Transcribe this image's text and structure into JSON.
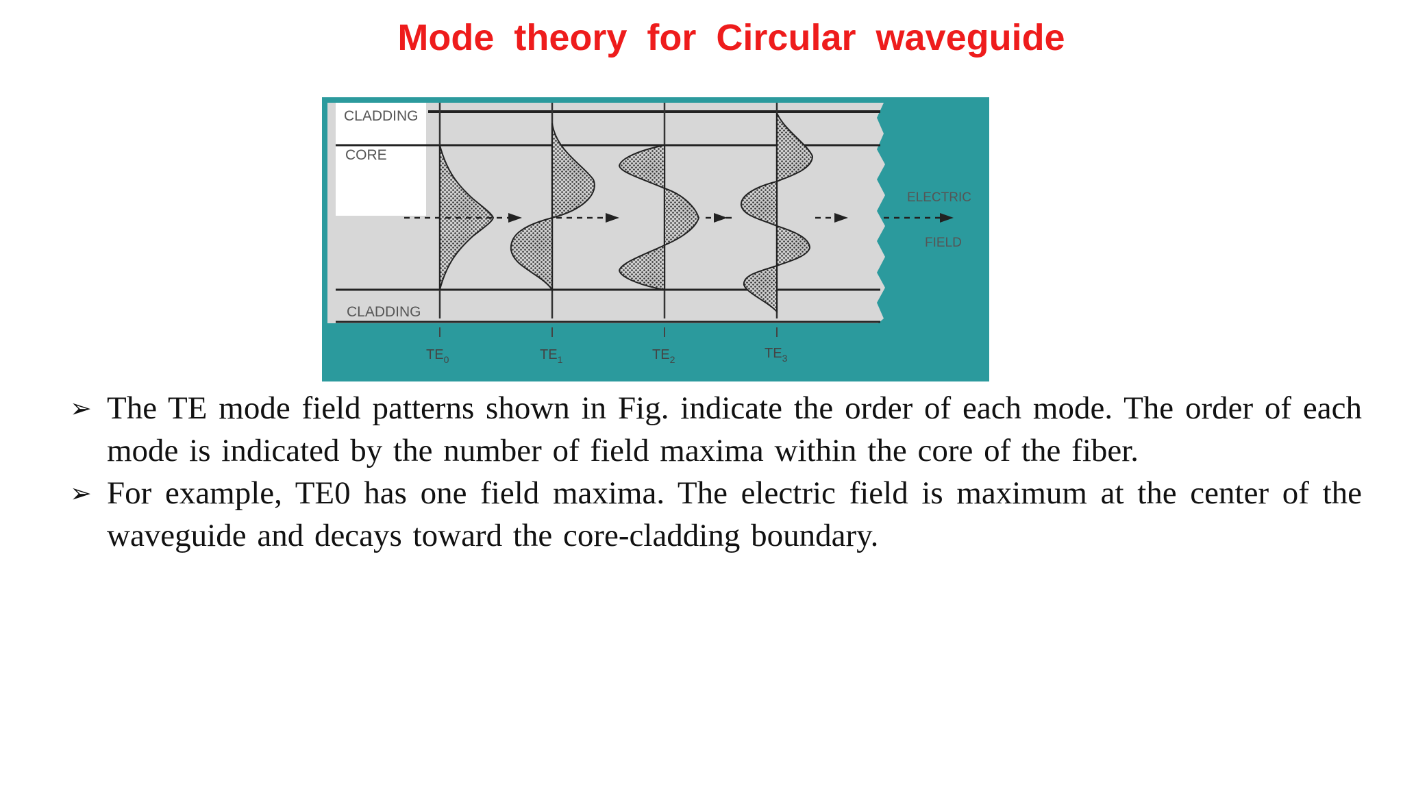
{
  "slide": {
    "title": "Mode  theory  for  Circular  waveguide"
  },
  "figure": {
    "labels": {
      "cladding_top": "CLADDING",
      "core": "CORE",
      "cladding_bottom": "CLADDING",
      "electric": "ELECTRIC",
      "field": "FIELD"
    },
    "modes": [
      {
        "base": "TE",
        "sub": "0"
      },
      {
        "base": "TE",
        "sub": "1"
      },
      {
        "base": "TE",
        "sub": "2"
      },
      {
        "base": "TE",
        "sub": "3"
      }
    ],
    "colors": {
      "frame": "#2b9a9d",
      "panel": "#d8d8d8",
      "lines": "#222222"
    }
  },
  "bullets": [
    {
      "icon": "arrow-bullet-icon",
      "text": "The TE mode field patterns shown in Fig. indicate the order of each mode. The order of each mode is indicated by the number of field maxima within the core of the fiber."
    },
    {
      "icon": "arrow-bullet-icon",
      "text": "For example, TE0 has one field maxima. The electric field is maximum at the center of the waveguide and decays toward the core-cladding boundary."
    }
  ]
}
